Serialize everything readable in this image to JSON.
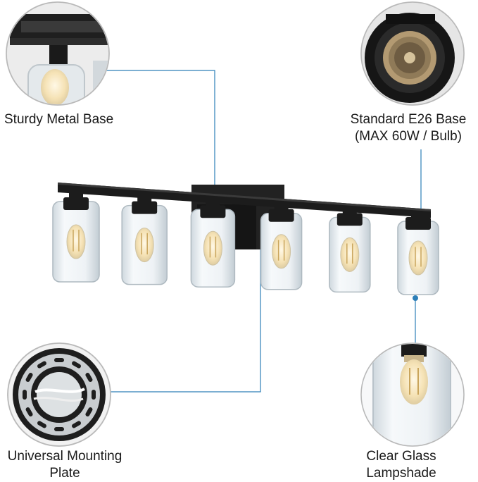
{
  "callouts": {
    "metal_base": {
      "lines": [
        "Sturdy Metal Base"
      ]
    },
    "e26_base": {
      "lines": [
        "Standard E26 Base",
        "(MAX 60W / Bulb)"
      ]
    },
    "mounting_plate": {
      "lines": [
        "Universal Mounting",
        "Plate"
      ]
    },
    "glass_shade": {
      "lines": [
        "Clear Glass",
        "Lampshade"
      ]
    }
  },
  "colors": {
    "leader_line": "#2d7fb8",
    "fixture_metal": "#1c1c1c",
    "glass": "#dfe6ea",
    "bulb_glow": "#f3d9a0",
    "label_text": "#1a1a1a"
  },
  "fixture": {
    "light_count": 6
  }
}
